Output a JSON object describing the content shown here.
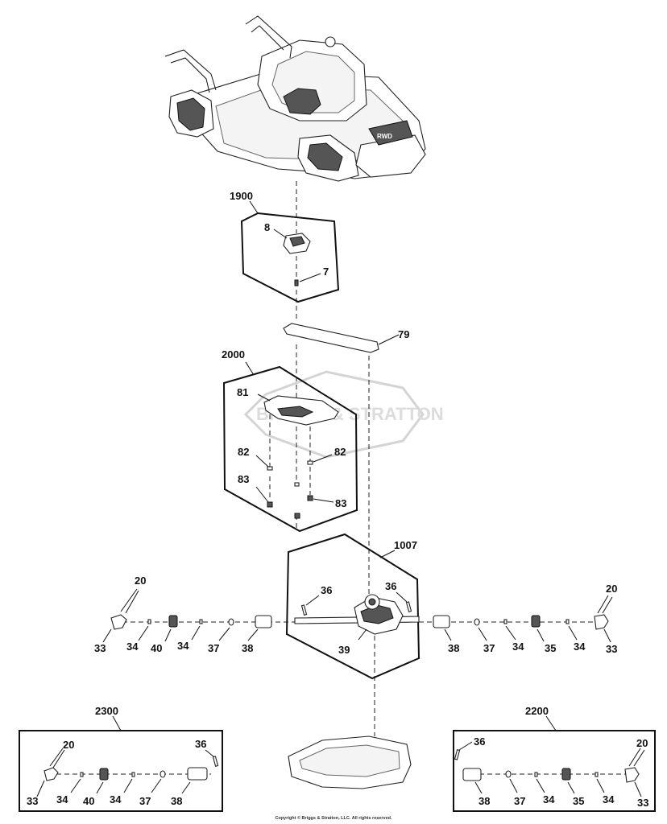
{
  "watermark": "BRIGGS & STRATTON",
  "mower_badge": "RWD",
  "copyright": "Copyright © Briggs & Stratton, LLC. All rights reserved.",
  "callouts": {
    "c1900": "1900",
    "c8": "8",
    "c7": "7",
    "c79": "79",
    "c2000": "2000",
    "c81": "81",
    "c82a": "82",
    "c82b": "82",
    "c83a": "83",
    "c83b": "83",
    "c1007": "1007",
    "c20L": "20",
    "c33L": "33",
    "c34L1": "34",
    "c40L": "40",
    "c34L2": "34",
    "c37L": "37",
    "c38L": "38",
    "c36a": "36",
    "c36b": "36",
    "c39": "39",
    "c38R": "38",
    "c37R": "37",
    "c34R1": "34",
    "c35R": "35",
    "c34R2": "34",
    "c20R": "20",
    "c33R": "33",
    "c2300": "2300",
    "k20": "20",
    "k36": "36",
    "k33": "33",
    "k34a": "34",
    "k40": "40",
    "k34b": "34",
    "k37": "37",
    "k38": "38",
    "c2200": "2200",
    "r36": "36",
    "r20": "20",
    "r38": "38",
    "r37": "37",
    "r34a": "34",
    "r35": "35",
    "r34b": "34",
    "r33": "33"
  }
}
